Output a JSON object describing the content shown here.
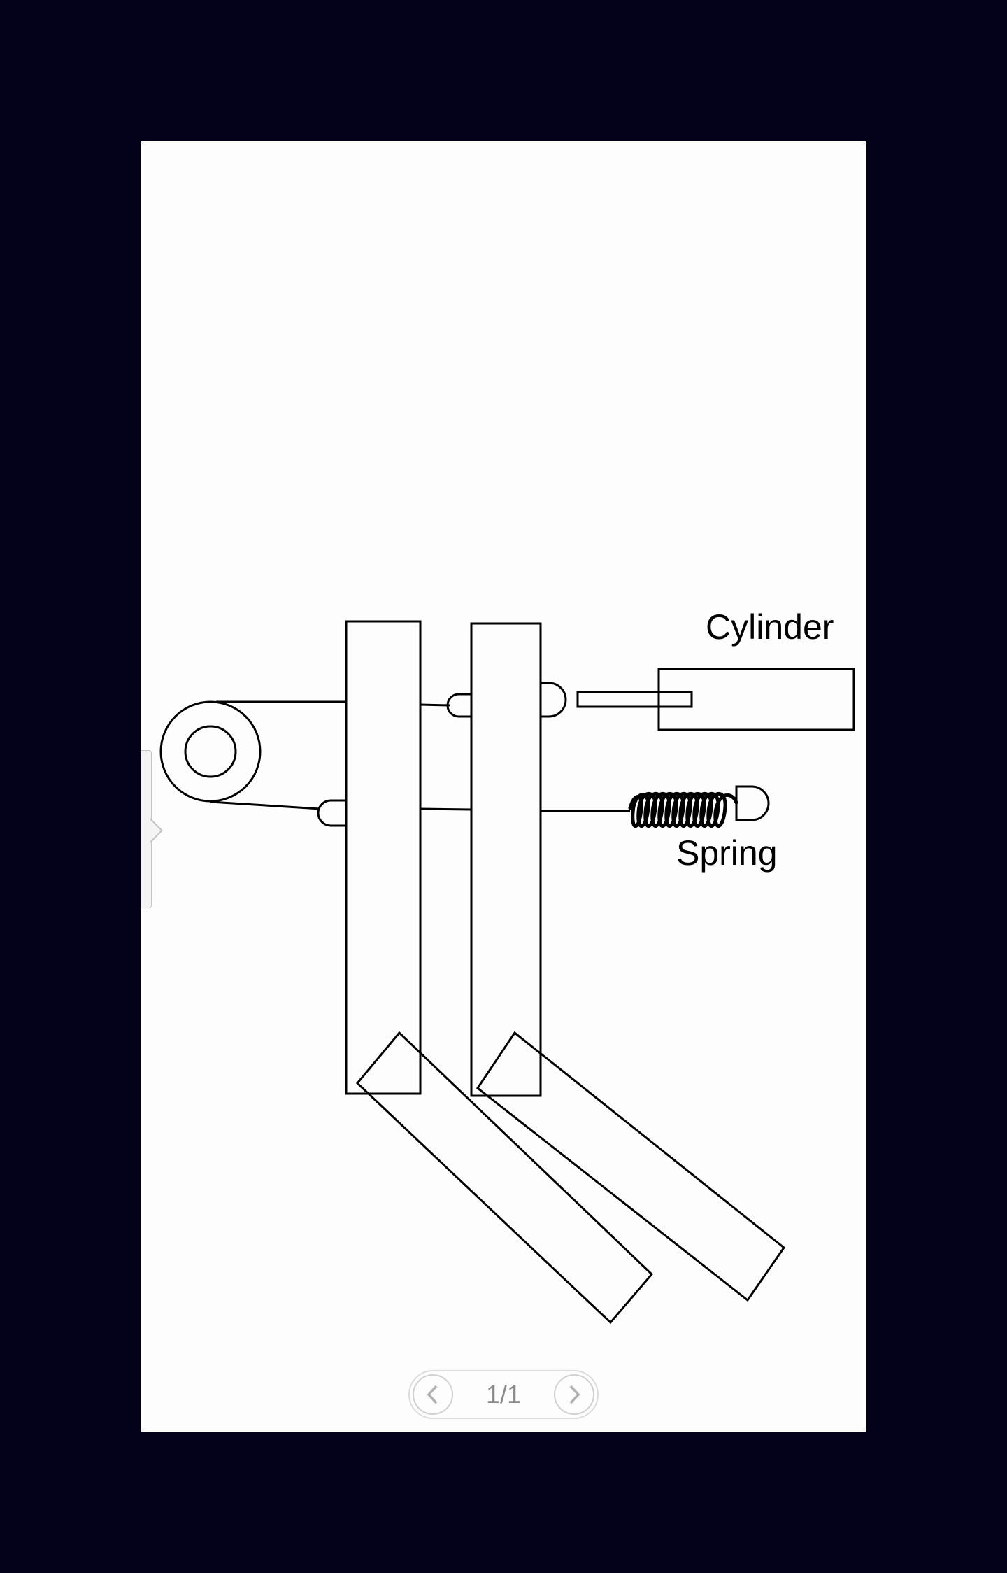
{
  "viewer": {
    "page_indicator": "1/1",
    "prev_icon": "chevron-left-icon",
    "next_icon": "chevron-right-icon",
    "background_color": "#04021a",
    "page_color": "#fdfdfd"
  },
  "drawing": {
    "labels": {
      "cylinder": "Cylinder",
      "spring": "Spring"
    },
    "stroke_color": "#000000"
  }
}
